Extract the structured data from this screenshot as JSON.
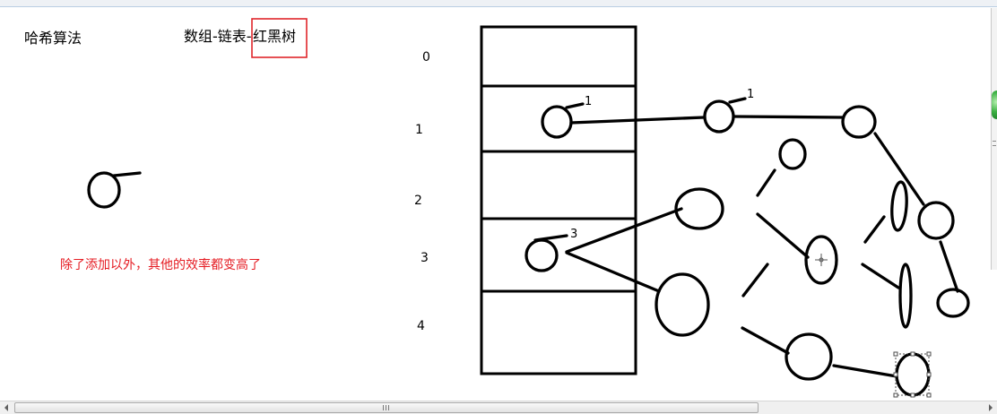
{
  "canvas": {
    "title": "哈希算法",
    "heading": {
      "prefix": "数组-链表-",
      "highlight": "红黑树"
    },
    "note": "除了添加以外，其他的效率都变高了",
    "array_indices": [
      "0",
      "1",
      "2",
      "3",
      "4"
    ],
    "node_labels": [
      "1",
      "1",
      "3"
    ]
  },
  "colors": {
    "ink": "#000000",
    "note_text": "#e51c23",
    "highlight_box": "#e0262b",
    "selection": "#4a4a4a",
    "side_badge": "#3cb043"
  },
  "icons": {
    "scroll_left": "scroll-left-arrow-icon",
    "scroll_right": "scroll-right-arrow-icon",
    "scroll_grip": "scrollbar-grip-icon",
    "cursor": "crosshair-cursor-icon",
    "side_badge": "green-orb-icon"
  }
}
